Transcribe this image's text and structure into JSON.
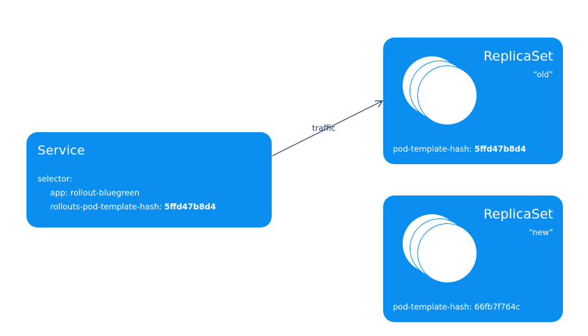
{
  "service": {
    "title": "Service",
    "selector_label": "selector:",
    "app_line": "app: rollout-bluegreen",
    "hash_label": "rollouts-pod-template-hash:",
    "hash_value": "5ffd47b8d4"
  },
  "connector": {
    "label": "traffic"
  },
  "replicasets": [
    {
      "title": "ReplicaSet",
      "subtitle": "“old”",
      "hash_label": "pod-template-hash:",
      "hash_value": "5ffd47b8d4",
      "hash_value_bold": true,
      "pod_count": 3
    },
    {
      "title": "ReplicaSet",
      "subtitle": "“new”",
      "hash_label": "pod-template-hash:",
      "hash_value": "66fb7f764c",
      "hash_value_bold": false,
      "pod_count": 3
    }
  ],
  "colors": {
    "box_fill": "#0a8ff0",
    "box_text": "#ffffff",
    "connector": "#1f3b66"
  }
}
